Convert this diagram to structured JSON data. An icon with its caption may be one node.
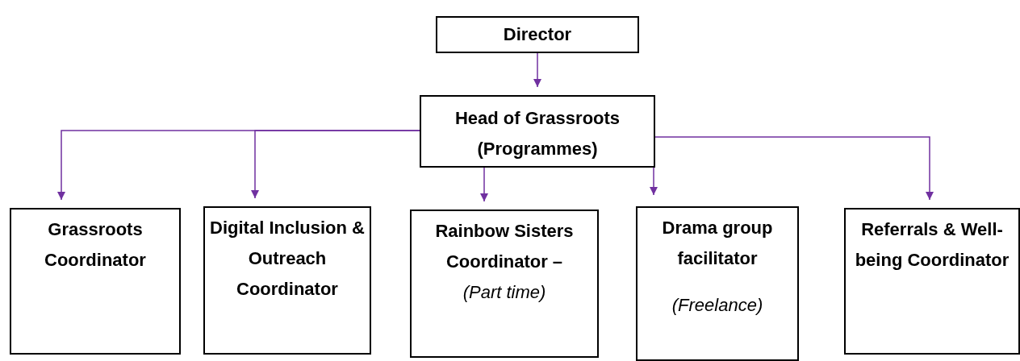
{
  "diagram": {
    "nodes": [
      {
        "text": [
          "Director"
        ]
      },
      {
        "text": [
          "Head of Grassroots (Programmes)"
        ]
      },
      {
        "text": [
          "Grassroots Coordinator"
        ]
      },
      {
        "text": [
          "Digital Inclusion & Outreach Coordinator"
        ]
      },
      {
        "text": [
          "Rainbow Sisters Coordinator –",
          "(Part time)"
        ]
      },
      {
        "text": [
          "Drama group facilitator",
          "(Freelance)"
        ]
      },
      {
        "text": [
          "Referrals & Well-being Coordinator"
        ]
      }
    ],
    "edges": [
      {
        "from": 0,
        "to": 1,
        "arrow": "to",
        "color": "#7030a0"
      },
      {
        "from": 1,
        "to": 2,
        "arrow": "to",
        "color": "#7030a0"
      },
      {
        "from": 1,
        "to": 3,
        "arrow": "to",
        "color": "#7030a0"
      },
      {
        "from": 1,
        "to": 4,
        "arrow": "to",
        "color": "#7030a0"
      },
      {
        "from": 1,
        "to": 5,
        "arrow": "to",
        "color": "#7030a0"
      },
      {
        "from": 1,
        "to": 6,
        "arrow": "to",
        "color": "#7030a0"
      }
    ]
  }
}
